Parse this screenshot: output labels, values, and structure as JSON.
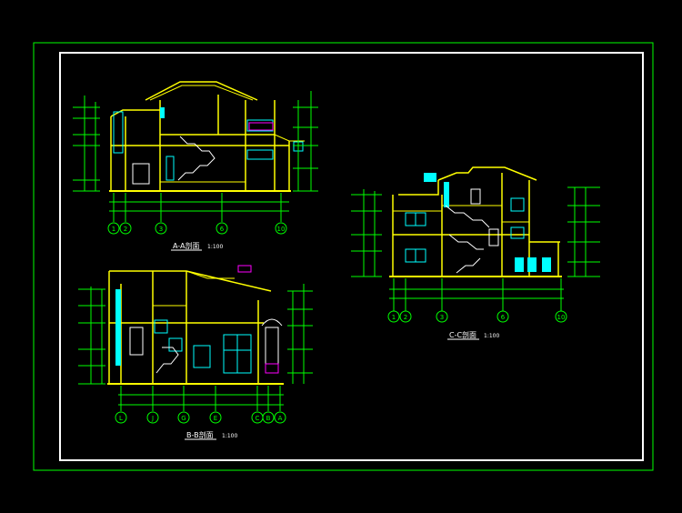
{
  "colors": {
    "background": "#000000",
    "sheet_border": "#00ff00",
    "inner_frame": "#ffffff",
    "wall": "#ffff00",
    "glass": "#00ffff",
    "dimension": "#00ff00",
    "slab": "#ff00ff",
    "text": "#ffffff",
    "stair": "#ffffff"
  },
  "sections": {
    "a": {
      "title": "A-A剖面",
      "scale": "1:100",
      "axis_labels": [
        "1",
        "2",
        "3",
        "6",
        "10"
      ]
    },
    "b": {
      "title": "B-B剖面",
      "scale": "1:100",
      "axis_labels": [
        "L",
        "J",
        "G",
        "E",
        "C",
        "B",
        "A"
      ]
    },
    "c": {
      "title": "C-C剖面",
      "scale": "1:100",
      "axis_labels": [
        "1",
        "2",
        "3",
        "6",
        "10"
      ]
    }
  },
  "icons": [
    "axis-bubble-icon",
    "level-marker-icon"
  ]
}
